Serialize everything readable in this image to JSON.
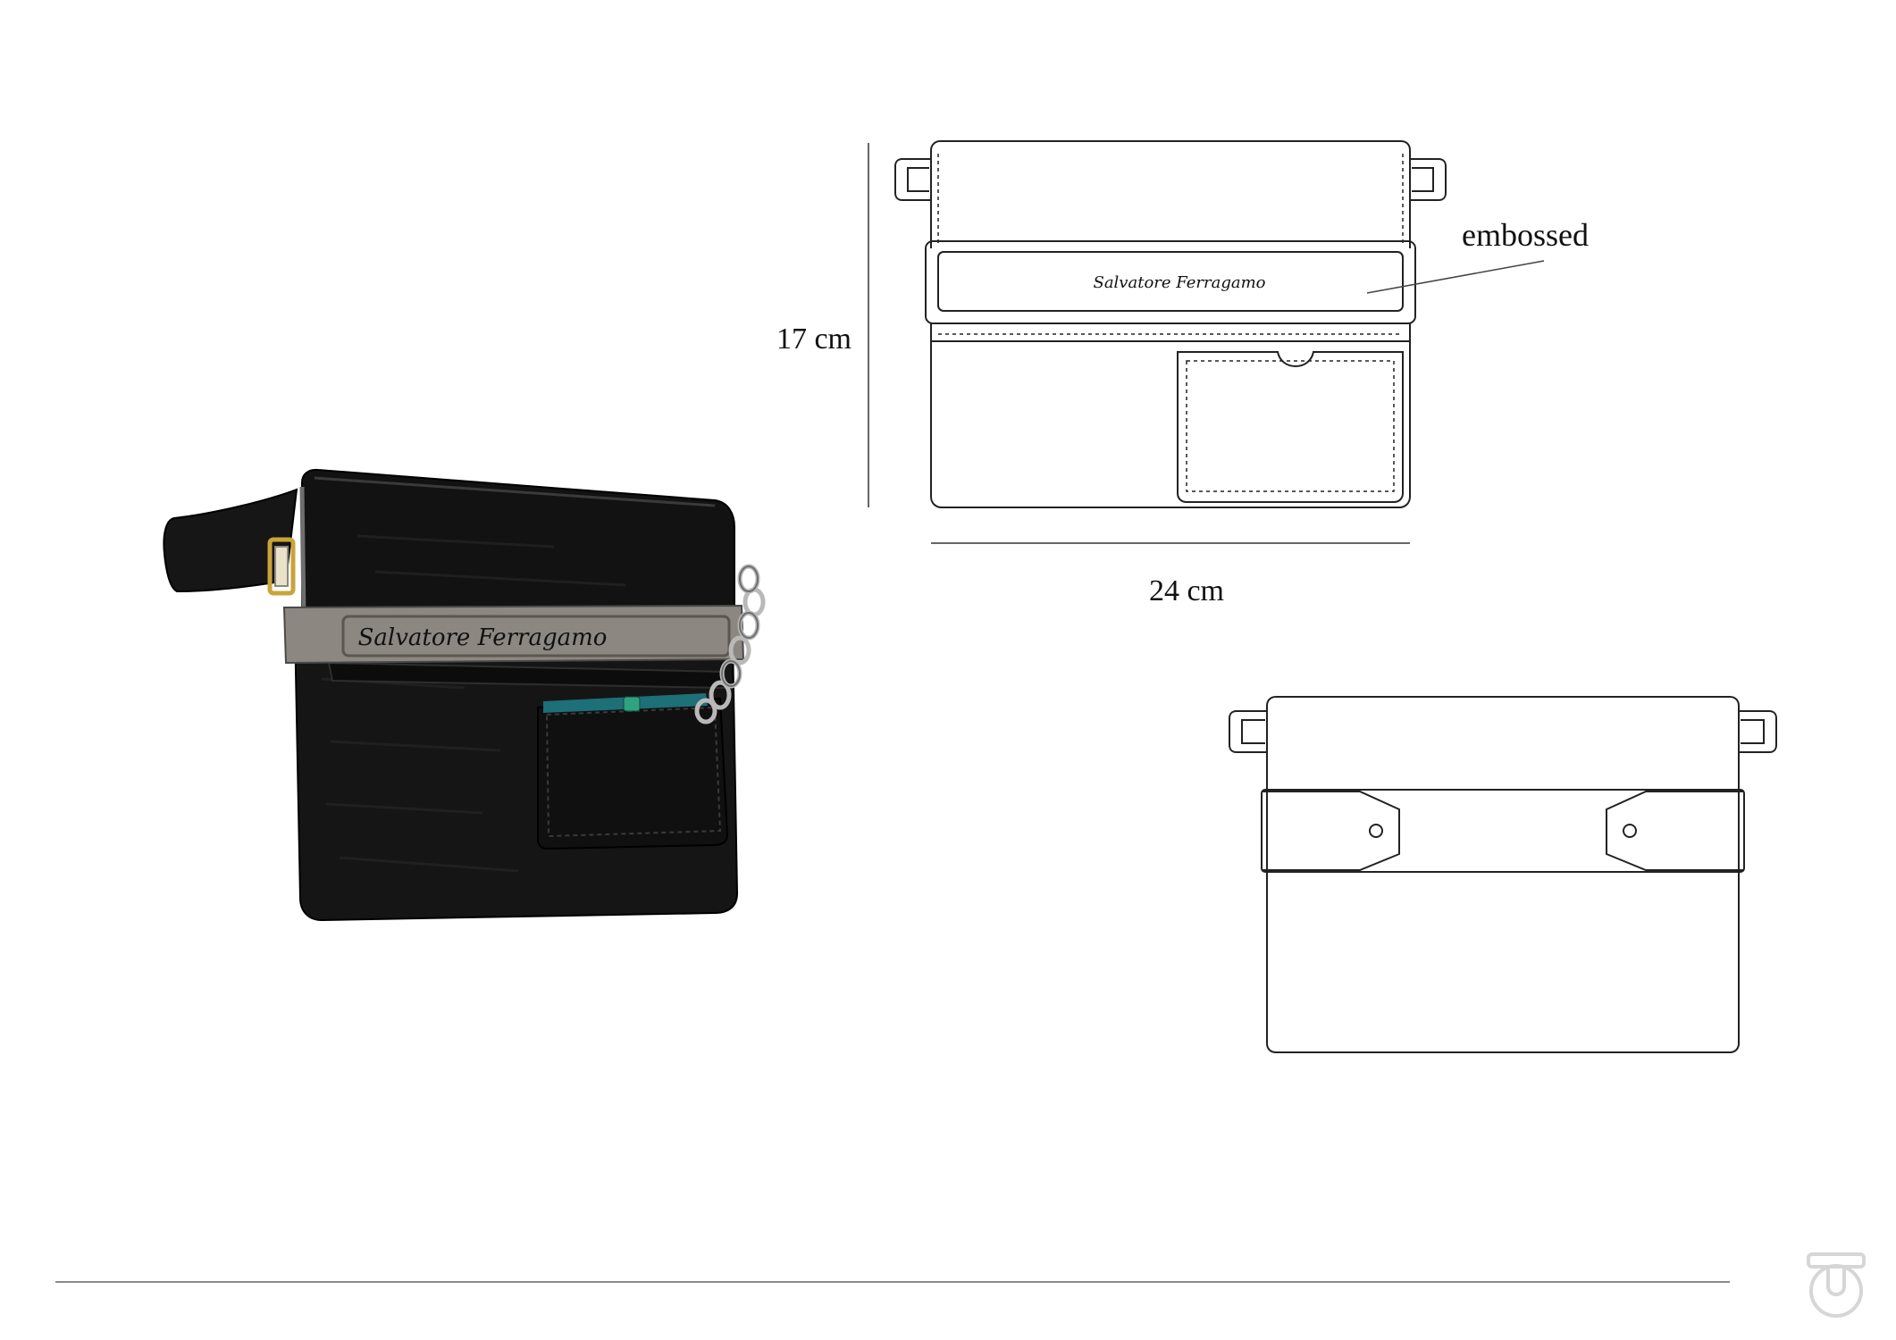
{
  "brand": {
    "signature": "Salvatore Ferragamo"
  },
  "annotations": {
    "embossed": "embossed",
    "height": "17 cm",
    "width": "24 cm"
  },
  "colors": {
    "line": "#222222",
    "rule": "#8a8a8a",
    "suede": "#141414",
    "band": "#8c8780",
    "chain": "#b9b9b9",
    "hardware_gold": "#c9a43a",
    "pocket_lining": "#1d6f78",
    "logo_mark": "#d6d6d6"
  },
  "icons": {
    "footer_logo": "gancini-icon"
  }
}
